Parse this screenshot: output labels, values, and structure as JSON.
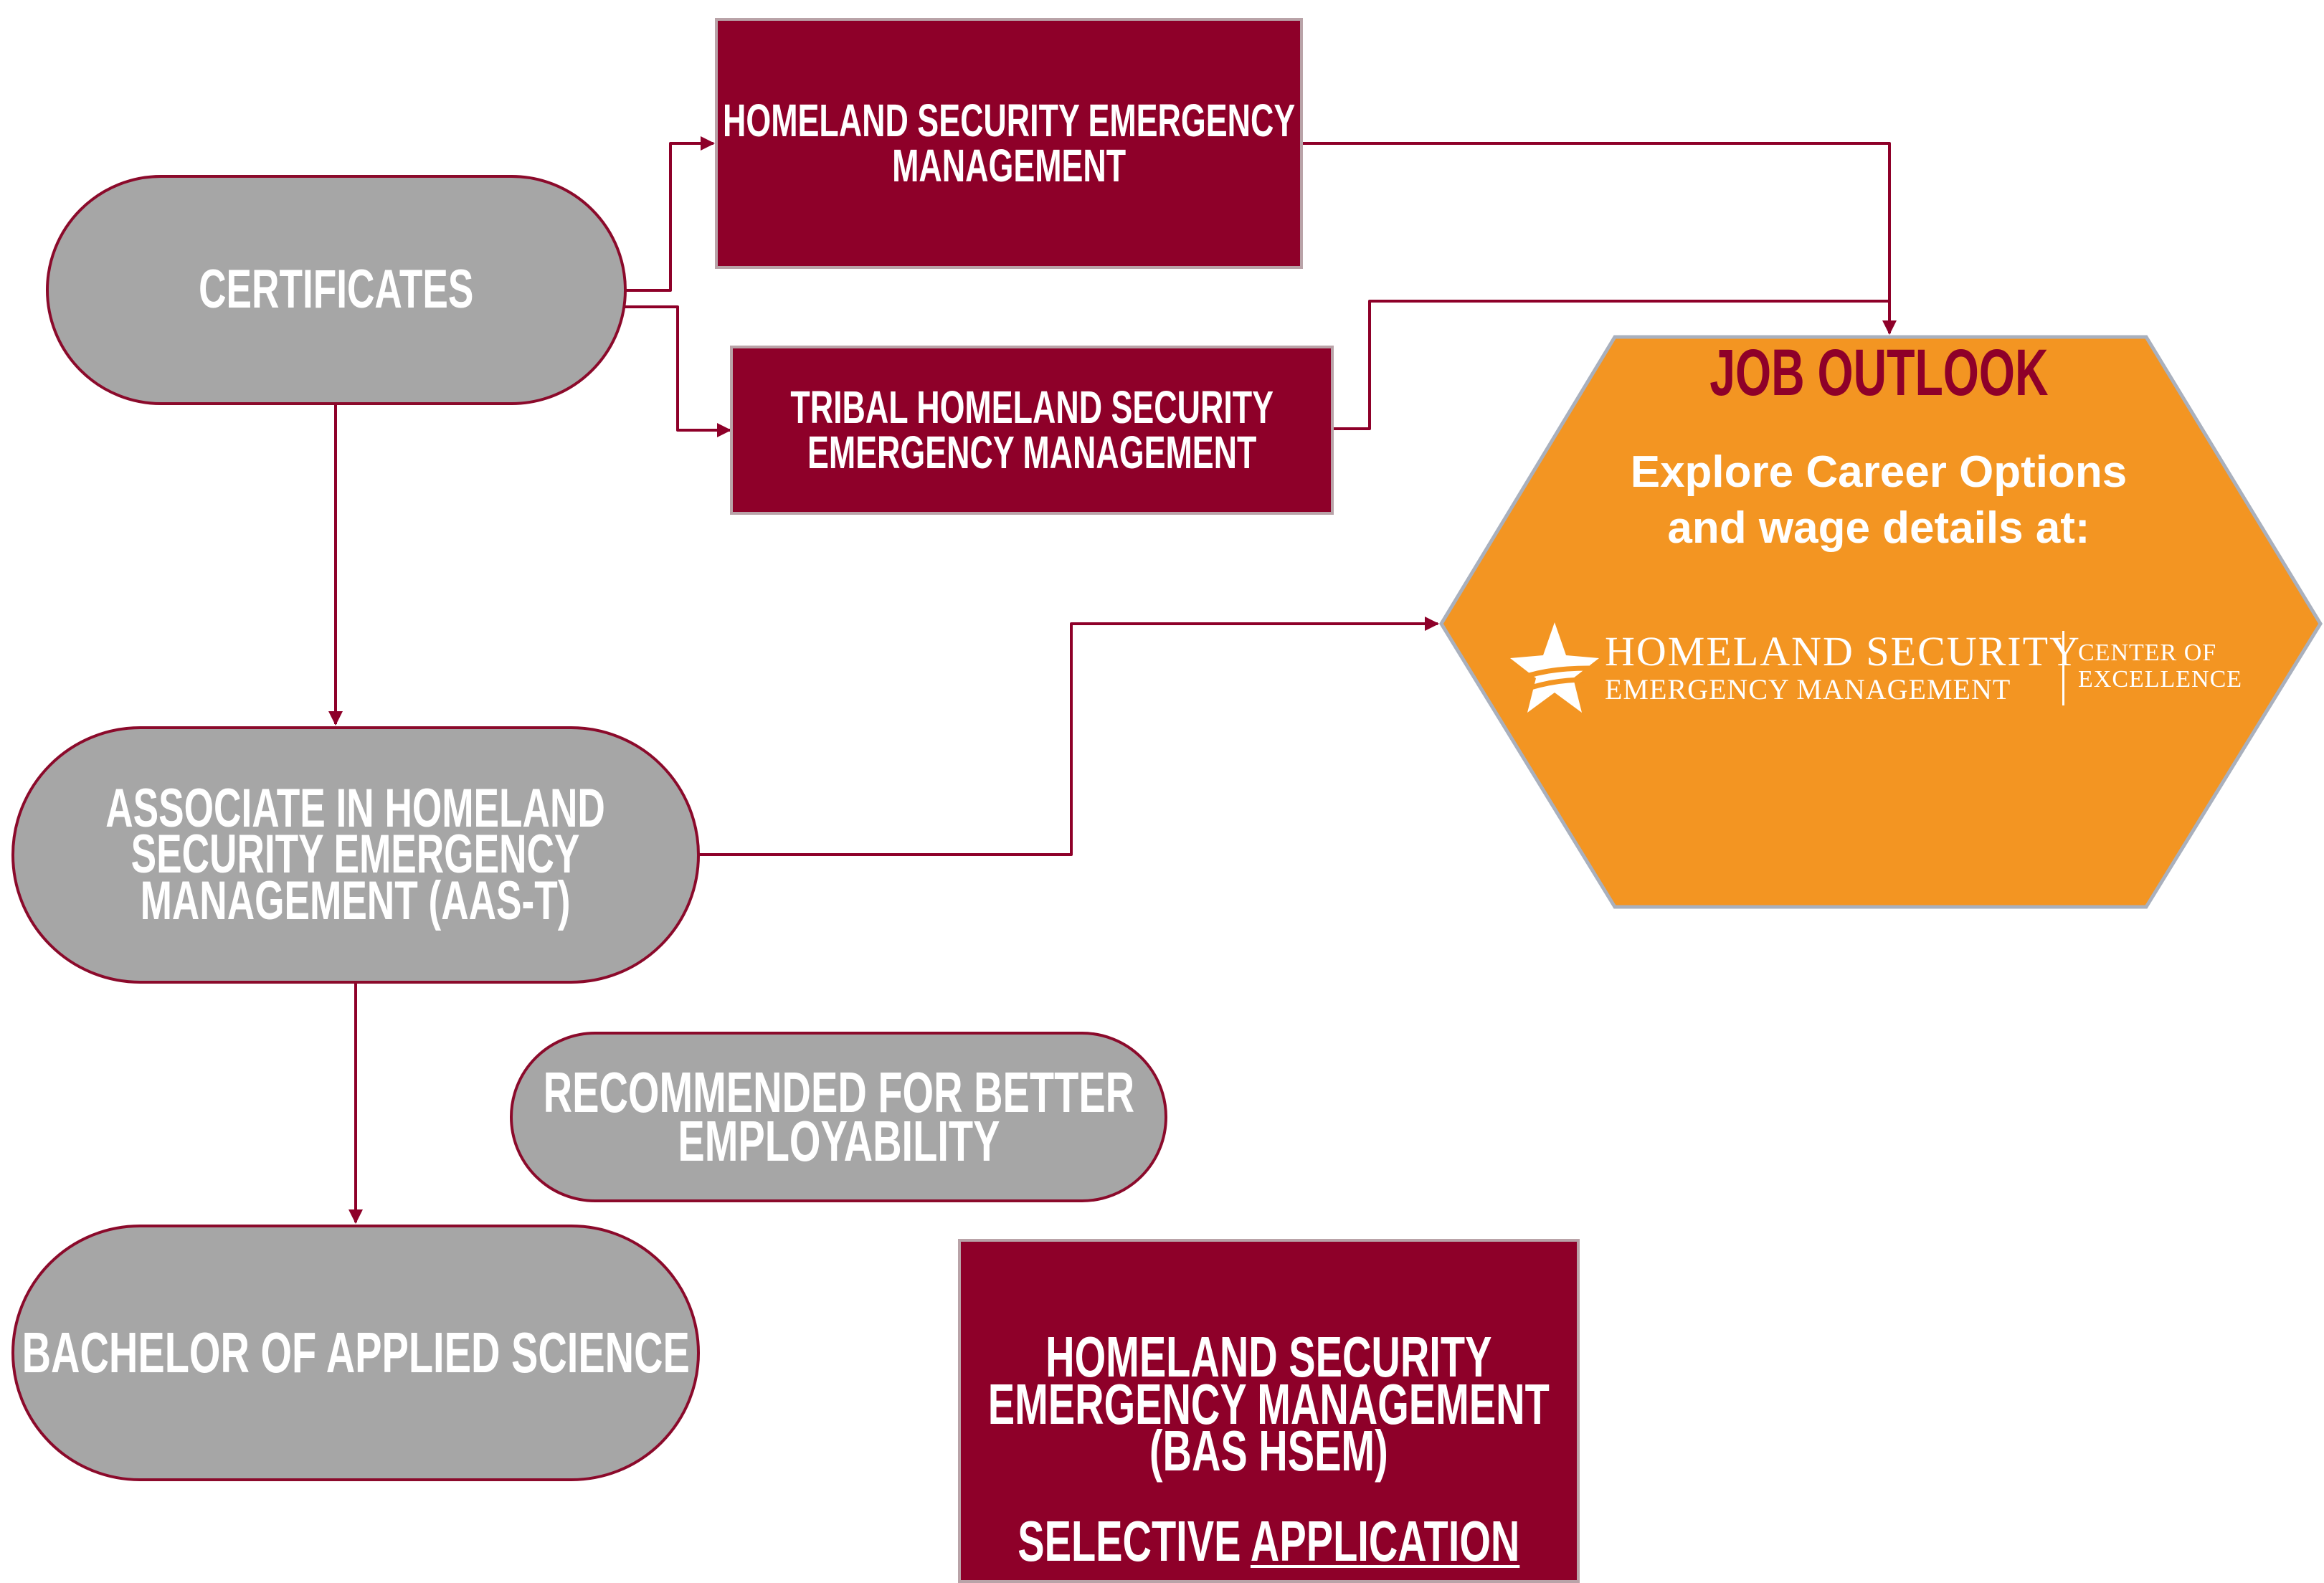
{
  "nodes": {
    "certificates": {
      "label": "CERTIFICATES"
    },
    "hsem_certificate": {
      "lines": [
        "HOMELAND SECURITY EMERGENCY",
        "MANAGEMENT"
      ]
    },
    "tribal_certificate": {
      "lines": [
        "TRIBAL HOMELAND SECURITY",
        "EMERGENCY MANAGEMENT"
      ]
    },
    "associate": {
      "lines": [
        "ASSOCIATE IN HOMELAND",
        "SECURITY EMERGENCY",
        "MANAGEMENT (AAS-T)"
      ]
    },
    "recommended": {
      "lines": [
        "RECOMMENDED FOR BETTER",
        "EMPLOYABILITY"
      ]
    },
    "bachelor": {
      "label": "BACHELOR OF APPLIED SCIENCE"
    },
    "bas_hsem": {
      "lines": [
        "HOMELAND SECURITY",
        "EMERGENCY MANAGEMENT",
        "(BAS HSEM)"
      ],
      "selective": "SELECTIVE",
      "application": "APPLICATION"
    }
  },
  "job_outlook": {
    "title": "JOB OUTLOOK",
    "body_lines": [
      "Explore Career Options",
      "and wage details at:"
    ],
    "logo": {
      "line1": "HOMELAND SECURITY",
      "line2": "EMERGENCY MANAGEMENT",
      "sub1": "CENTER OF",
      "sub2": "EXCELLENCE",
      "icon": "star-icon"
    }
  },
  "colors": {
    "maroon": "#8e0029",
    "pill_gray": "#a6a6a6",
    "orange": "#f39522",
    "white": "#ffffff"
  }
}
